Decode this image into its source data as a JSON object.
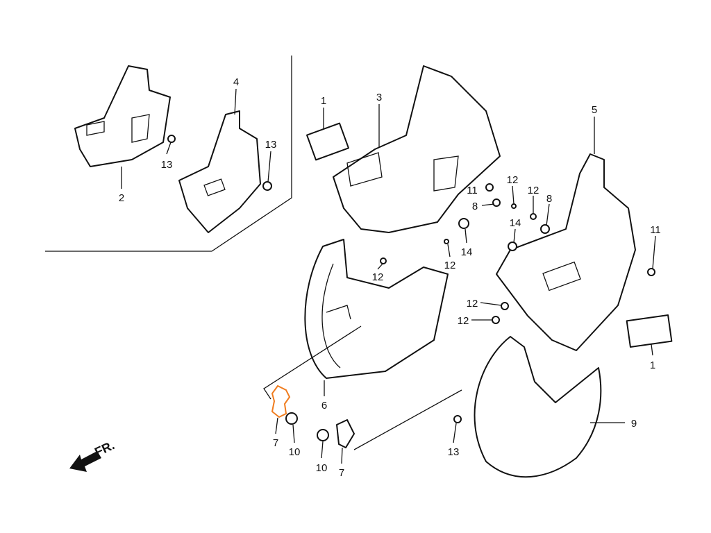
{
  "diagram": {
    "callouts": [
      "1",
      "3",
      "4",
      "2",
      "13",
      "13",
      "5",
      "12",
      "11",
      "12",
      "8",
      "8",
      "14",
      "14",
      "12",
      "12",
      "11",
      "12",
      "12",
      "1",
      "6",
      "9",
      "7",
      "10",
      "10",
      "7",
      "13"
    ],
    "direction_label": "FR.",
    "highlight_color": "#f07c1e",
    "line_color": "#111111"
  }
}
